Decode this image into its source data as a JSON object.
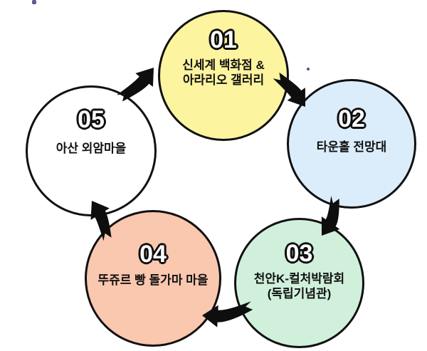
{
  "diagram": {
    "steps": [
      {
        "number": "01",
        "label": "신세계 백화점 &\n아라리오 갤러리",
        "color": "#FCF49F"
      },
      {
        "number": "02",
        "label": "타운홀 전망대",
        "color": "#DBEDFB"
      },
      {
        "number": "03",
        "label": "천안K-컬처박람회\n(독립기념관)",
        "color": "#D0F0DC"
      },
      {
        "number": "04",
        "label": "뚜쥬르 빵 돌가마 마을",
        "color": "#FAC7AF"
      },
      {
        "number": "05",
        "label": "아산 외암마을",
        "color": "#FFFFFF"
      }
    ],
    "outline_color": "#101010",
    "arrow_color": "#0e0e0e",
    "background": "#ffffff"
  }
}
